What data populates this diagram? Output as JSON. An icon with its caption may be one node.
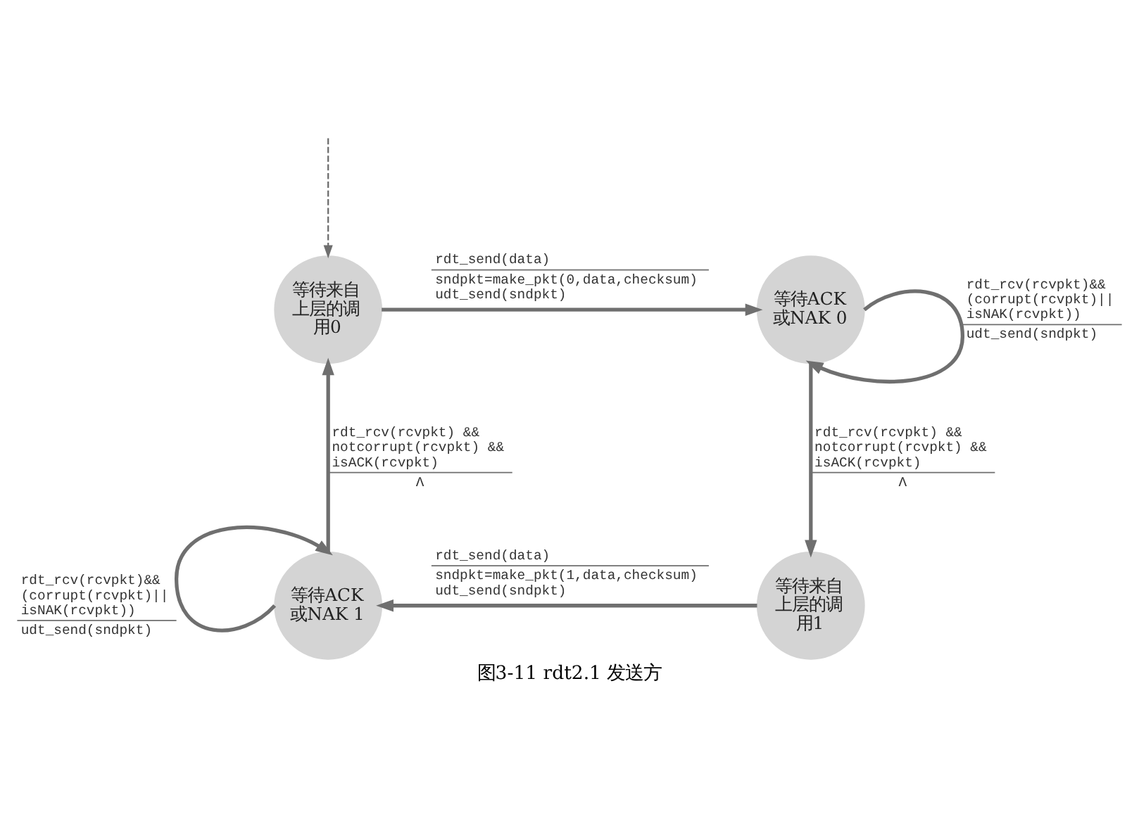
{
  "diagram": {
    "caption": "图3-11 rdt2.1 发送方",
    "nodes": [
      {
        "text": [
          "等待来自上层的调用0"
        ]
      },
      {
        "text": [
          "等待ACK或NAK 0"
        ]
      },
      {
        "text": [
          "等待来自上层的调用1"
        ]
      },
      {
        "text": [
          "等待ACK或NAK 1"
        ]
      }
    ],
    "edges": [
      {
        "from": null,
        "to": 0,
        "arrow": "to",
        "style": "dashed"
      },
      {
        "from": 0,
        "to": 1,
        "arrow": "to",
        "label": [
          "rdt_send(data)",
          "sndpkt=make_pkt(0,data,checksum) udt_send(sndpkt)"
        ]
      },
      {
        "from": 1,
        "to": 1,
        "arrow": "to",
        "label": [
          "rdt_rcv(rcvpkt)&& (corrupt(rcvpkt)|| isNAK(rcvpkt))",
          "udt_send(sndpkt)"
        ]
      },
      {
        "from": 3,
        "to": 0,
        "arrow": "to",
        "label": [
          "rdt_rcv(rcvpkt) && notcorrupt(rcvpkt) && isACK(rcvpkt)",
          "Λ"
        ]
      },
      {
        "from": 1,
        "to": 2,
        "arrow": "to",
        "label": [
          "rdt_rcv(rcvpkt) && notcorrupt(rcvpkt) && isACK(rcvpkt)",
          "Λ"
        ]
      },
      {
        "from": 3,
        "to": 3,
        "arrow": "to",
        "label": [
          "rdt_rcv(rcvpkt)&& (corrupt(rcvpkt)|| isNAK(rcvpkt))",
          "udt_send(sndpkt)"
        ]
      },
      {
        "from": 2,
        "to": 3,
        "arrow": "to",
        "label": [
          "rdt_send(data)",
          "sndpkt=make_pkt(1,data,checksum) udt_send(sndpkt)"
        ]
      }
    ]
  }
}
